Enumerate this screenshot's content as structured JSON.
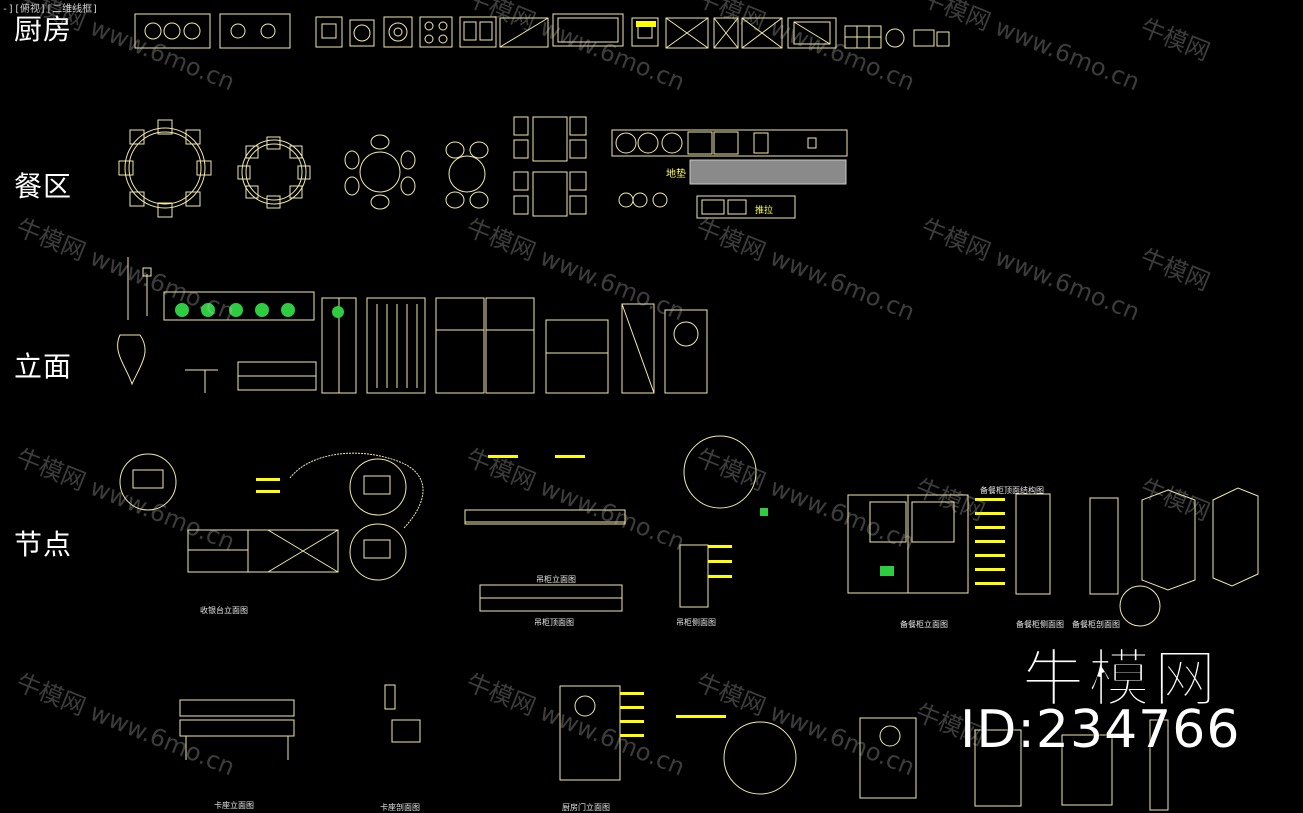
{
  "viewport_label": "-][俯视][二维线框]",
  "rows": {
    "kitchen": "厨房",
    "dining": "餐区",
    "elevation": "立面",
    "node": "节点"
  },
  "labels": {
    "floor_mat": "地垫",
    "push_pull": "推拉"
  },
  "captions": {
    "c1": "收银台立面图",
    "c2": "吊柜立面图",
    "c3": "吊柜顶面图",
    "c4": "吊柜侧面图",
    "c5": "备餐柜顶面结构图",
    "c6": "备餐柜立面图",
    "c7": "备餐柜侧面图",
    "c8": "备餐柜剖面图",
    "c9": "卡座立面图",
    "c10": "卡座剖面图",
    "c11": "厨房门立面图"
  },
  "brand": {
    "name": "牛模网",
    "id": "ID:234766"
  },
  "watermark": {
    "cn": "牛模网",
    "url": "www.6mo.cn"
  },
  "colors": {
    "background": "#000000",
    "line": "#f2e9a6",
    "accent": "#ffff00",
    "green": "#2ecc40",
    "text": "#ffffff"
  }
}
